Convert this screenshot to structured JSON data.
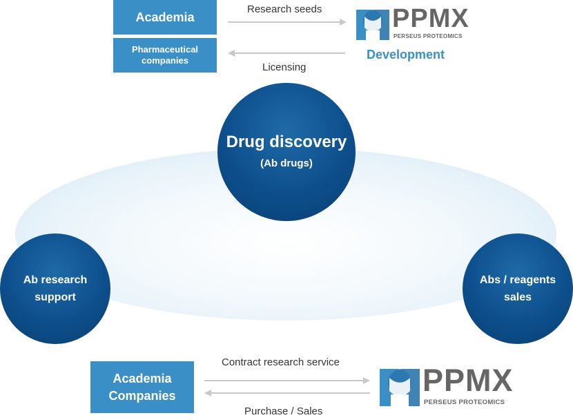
{
  "top": {
    "box_academia": "Academia",
    "box_pharma_line1": "Pharmaceutical",
    "box_pharma_line2": "companies",
    "arrow_right_label": "Research seeds",
    "arrow_left_label": "Licensing",
    "logo_word": "PPMX",
    "logo_sub": "PERSEUS PROTEOMICS",
    "development_label": "Development"
  },
  "center": {
    "drug_title": "Drug discovery",
    "drug_sub": "(Ab drugs)",
    "left_line1": "Ab research",
    "left_line2": "support",
    "right_line1": "Abs / reagents",
    "right_line2": "sales"
  },
  "bottom": {
    "box_line1": "Academia",
    "box_line2": "Companies",
    "arrow_right_label": "Contract research service",
    "arrow_left_label": "Purchase / Sales",
    "logo_word": "PPMX",
    "logo_sub": "PERSEUS PROTEOMICS"
  },
  "colors": {
    "box_blue": "#3a8fc7",
    "circle_navy": "#0d4f8c",
    "arrow_gray": "#c8c8c8",
    "logo_gray": "#666666"
  }
}
